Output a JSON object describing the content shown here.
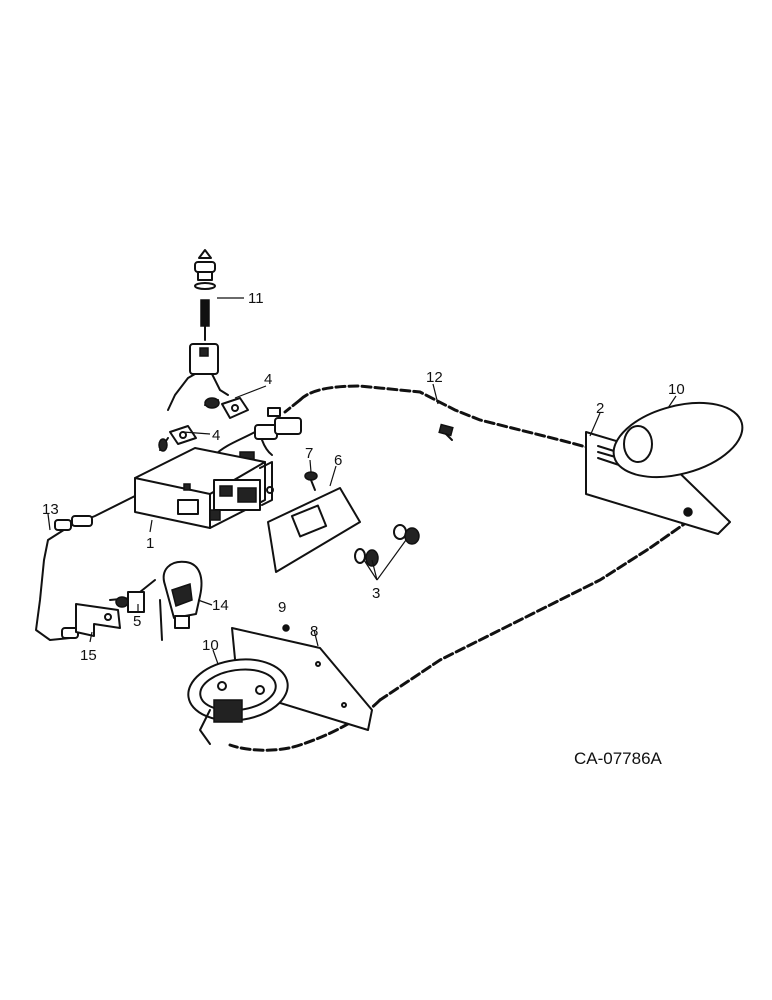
{
  "diagram": {
    "drawing_code": "CA-07786A",
    "callouts": {
      "c1": "1",
      "c2": "2",
      "c3": "3",
      "c4a": "4",
      "c4b": "4",
      "c5": "5",
      "c6": "6",
      "c7": "7",
      "c8": "8",
      "c9": "9",
      "c10a": "10",
      "c10b": "10",
      "c11": "11",
      "c12": "12",
      "c13": "13",
      "c14": "14",
      "c15": "15"
    }
  }
}
